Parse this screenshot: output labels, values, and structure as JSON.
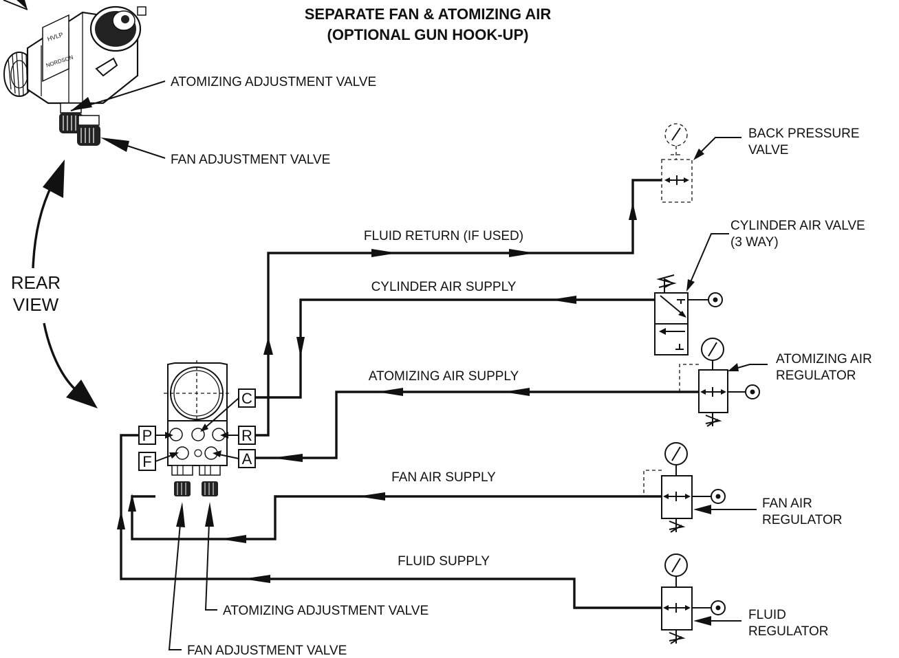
{
  "title": {
    "line1": "SEPARATE FAN & ATOMIZING AIR",
    "line2": "(OPTIONAL GUN HOOK-UP)"
  },
  "rear_view": {
    "line1": "REAR",
    "line2": "VIEW"
  },
  "gun_labels": {
    "atomizing": "ATOMIZING ADJUSTMENT VALVE",
    "fan": "FAN ADJUSTMENT VALVE"
  },
  "gun_marks": {
    "model": "HVLP",
    "maker": "NORDSON"
  },
  "manifold_ports": {
    "p": "P",
    "f": "F",
    "c": "C",
    "r": "R",
    "a": "A"
  },
  "lines": {
    "fluid_return": "FLUID RETURN (IF USED)",
    "cylinder_air": "CYLINDER AIR SUPPLY",
    "atomizing_air": "ATOMIZING AIR SUPPLY",
    "fan_air": "FAN AIR SUPPLY",
    "fluid_supply": "FLUID SUPPLY"
  },
  "components": {
    "back_pressure": {
      "line1": "BACK PRESSURE",
      "line2": "VALVE"
    },
    "cylinder_valve": {
      "line1": "CYLINDER AIR VALVE",
      "line2": "(3 WAY)"
    },
    "atomizing_regulator": {
      "line1": "ATOMIZING AIR",
      "line2": "REGULATOR"
    },
    "fan_regulator": {
      "line1": "FAN AIR",
      "line2": "REGULATOR"
    },
    "fluid_regulator": {
      "line1": "FLUID",
      "line2": "REGULATOR"
    }
  },
  "bottom_labels": {
    "atomizing": "ATOMIZING ADJUSTMENT VALVE",
    "fan": "FAN ADJUSTMENT VALVE"
  }
}
